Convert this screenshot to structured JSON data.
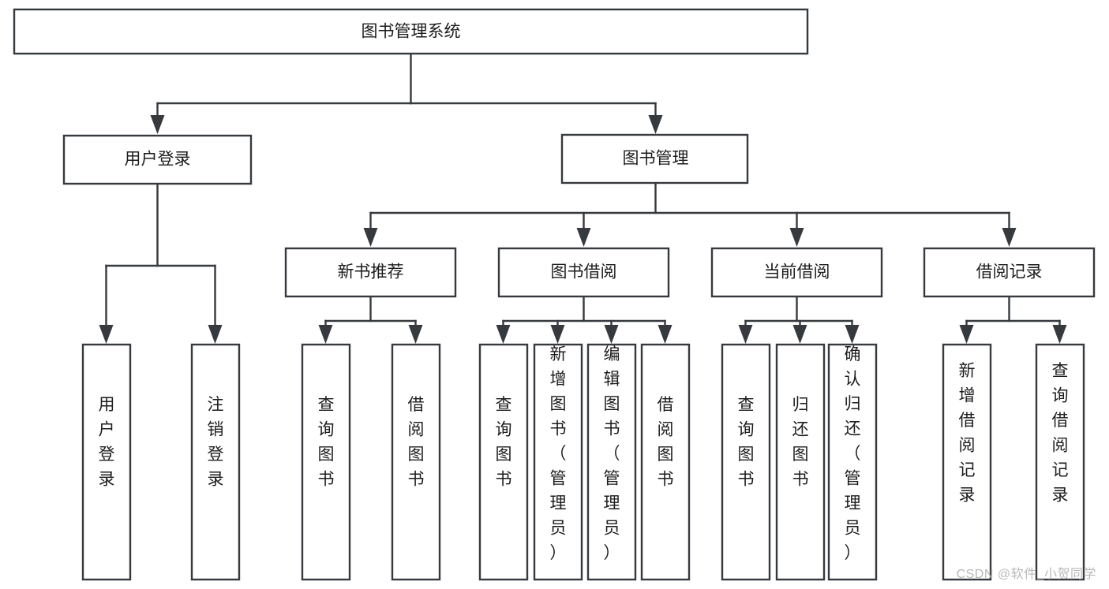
{
  "diagram": {
    "title": "图书管理系统",
    "type": "hierarchy-tree",
    "watermark": "CSDN @软件_小贺同学",
    "colors": {
      "stroke": "#36393d",
      "fill": "#ffffff",
      "text": "#1c1c1c",
      "watermark": "#b9b9b9"
    },
    "nodes": {
      "root": {
        "label": "图书管理系统"
      },
      "level2": [
        {
          "label": "用户登录"
        },
        {
          "label": "图书管理"
        }
      ],
      "level3": [
        {
          "label": "新书推荐"
        },
        {
          "label": "图书借阅"
        },
        {
          "label": "当前借阅"
        },
        {
          "label": "借阅记录"
        }
      ],
      "leaves_user_login": [
        {
          "label": "用户登录"
        },
        {
          "label": "注销登录"
        }
      ],
      "leaves_new_book": [
        {
          "label": "查询图书"
        },
        {
          "label": "借阅图书"
        }
      ],
      "leaves_borrow": [
        {
          "label": "查询图书"
        },
        {
          "label": "新增图书（管理员）"
        },
        {
          "label": "编辑图书（管理员）"
        },
        {
          "label": "借阅图书"
        }
      ],
      "leaves_current": [
        {
          "label": "查询图书"
        },
        {
          "label": "归还图书"
        },
        {
          "label": "确认归还（管理员）"
        }
      ],
      "leaves_records": [
        {
          "label": "新增借阅记录"
        },
        {
          "label": "查询借阅记录"
        }
      ]
    }
  }
}
